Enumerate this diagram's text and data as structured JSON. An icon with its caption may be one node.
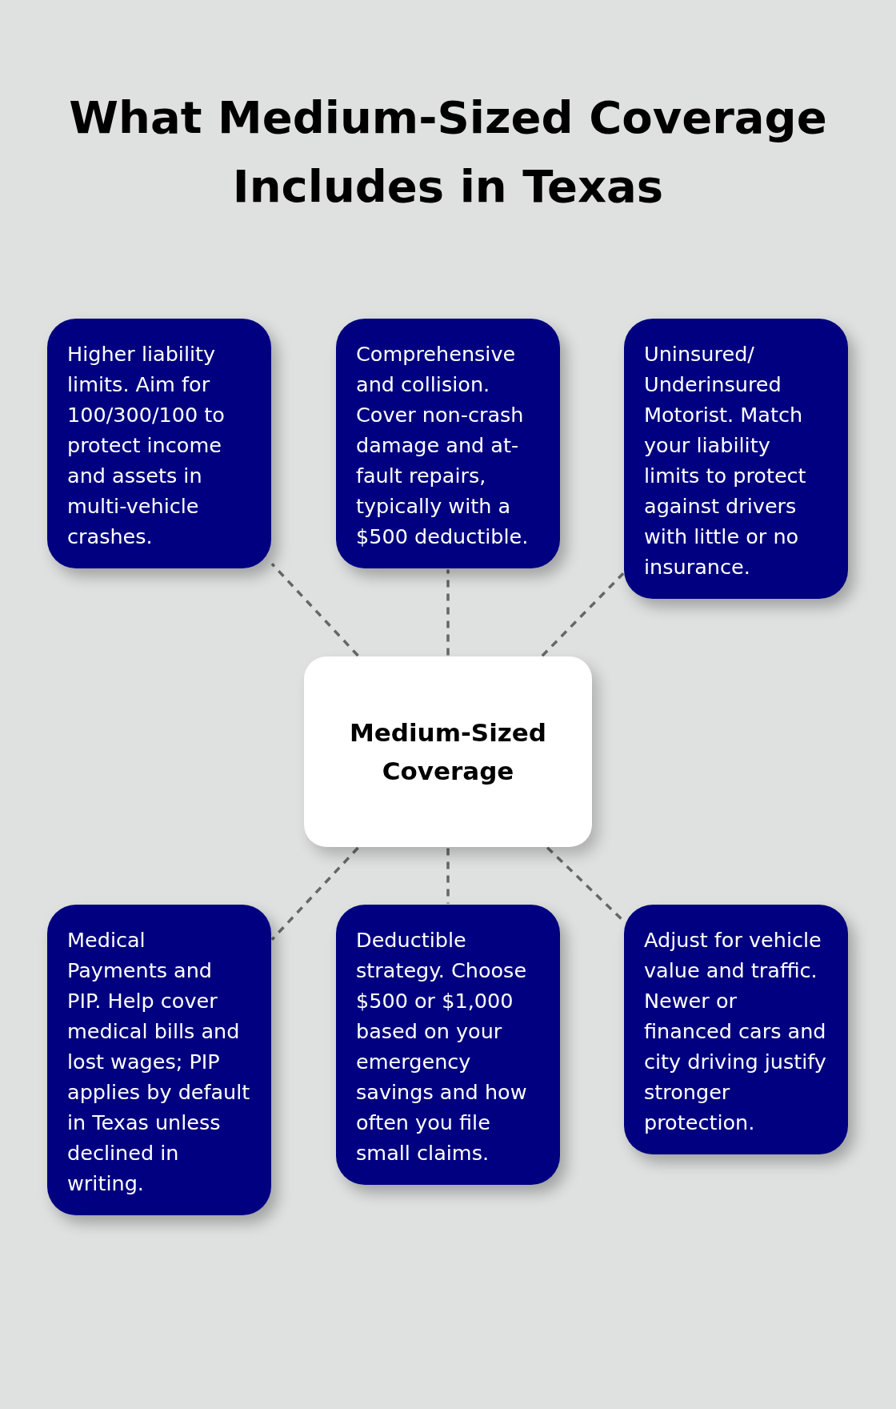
{
  "diagram": {
    "title": "What Medium-Sized Coverage Includes in Texas",
    "nodes": [
      {
        "text": [
          "Higher liability limits. Aim for 100/300/100 to protect income and assets in multi-vehicle crashes."
        ]
      },
      {
        "text": [
          "Comprehensive and collision. Cover non-crash damage and at-fault repairs, typically with a $500 deductible."
        ]
      },
      {
        "text": [
          "Uninsured/Underinsured Motorist. Match your liability limits to protect against drivers with little or no insurance."
        ]
      },
      {
        "text": [
          "Medium-Sized Coverage"
        ]
      },
      {
        "text": [
          "Medical Payments and PIP. Help cover medical bills and lost wages; PIP applies by default in Texas unless declined in writing."
        ]
      },
      {
        "text": [
          "Deductible strategy. Choose $500 or $1,000 based on your emergency savings and how often you file small claims."
        ]
      },
      {
        "text": [
          "Adjust for vehicle value and traffic. Newer or financed cars and city driving justify stronger protection."
        ]
      }
    ],
    "edges": [
      {
        "from": 3,
        "to": 0,
        "arrow": "none",
        "style": "dashed"
      },
      {
        "from": 3,
        "to": 1,
        "arrow": "none",
        "style": "dashed"
      },
      {
        "from": 3,
        "to": 2,
        "arrow": "none",
        "style": "dashed"
      },
      {
        "from": 3,
        "to": 4,
        "arrow": "none",
        "style": "dashed"
      },
      {
        "from": 3,
        "to": 5,
        "arrow": "none",
        "style": "dashed"
      },
      {
        "from": 3,
        "to": 6,
        "arrow": "none",
        "style": "dashed"
      }
    ]
  }
}
